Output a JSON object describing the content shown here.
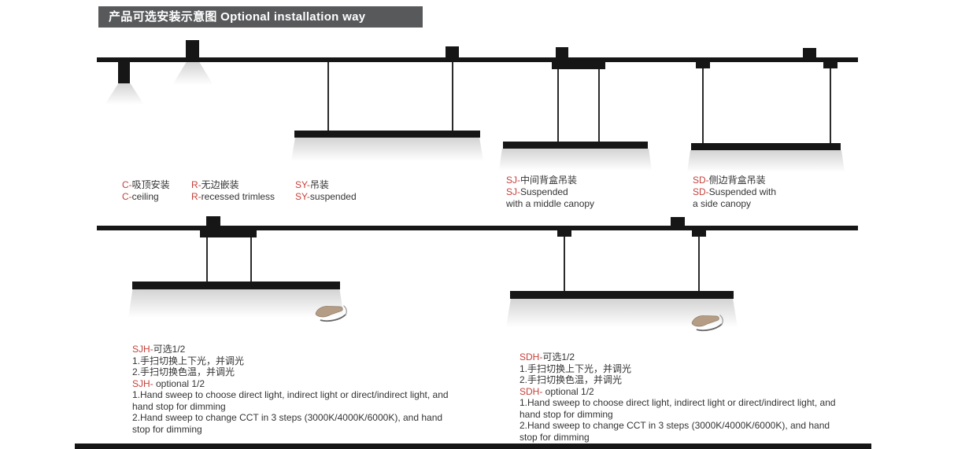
{
  "colors": {
    "accent_red": "#c5413b",
    "banner_bg": "#58595b",
    "fixture": "#161616",
    "text": "#333333"
  },
  "header": {
    "title": "产品可选安装示意图 Optional installation way"
  },
  "top_row": {
    "labels": [
      {
        "code_cn": "C-",
        "text_cn": "吸顶安装",
        "code_en": "C-",
        "text_en": "ceiling"
      },
      {
        "code_cn": "R-",
        "text_cn": "无边嵌装",
        "code_en": "R-",
        "text_en": "recessed trimless"
      },
      {
        "code_cn": "SY-",
        "text_cn": "吊装",
        "code_en": "SY-",
        "text_en": "suspended"
      },
      {
        "code_cn": "SJ-",
        "text_cn": "中间背盒吊装",
        "code_en": "SJ-",
        "text_en": "Suspended",
        "text_en2": "with a middle canopy"
      },
      {
        "code_cn": "SD-",
        "text_cn": "侧边背盒吊装",
        "code_en": "SD-",
        "text_en": "Suspended with",
        "text_en2": "a side canopy"
      }
    ]
  },
  "bottom_row": {
    "blocks": [
      {
        "code_cn": "SJH-",
        "title_cn": "可选1/2",
        "cn_line1": "1.手扫切换上下光，并调光",
        "cn_line2": "2.手扫切换色温，并调光",
        "code_en": "SJH-",
        "title_en": " optional 1/2",
        "en_item1": "1.Hand sweep to choose direct light, indirect light or direct/indirect light, and hand stop for dimming",
        "en_item2": "2.Hand sweep to change CCT in 3 steps (3000K/4000K/6000K), and hand stop for dimming"
      },
      {
        "code_cn": "SDH-",
        "title_cn": "可选1/2",
        "cn_line1": "1.手扫切换上下光，并调光",
        "cn_line2": "2.手扫切换色温，并调光",
        "code_en": "SDH-",
        "title_en": " optional 1/2",
        "en_item1": "1.Hand sweep to choose direct light, indirect light or direct/indirect light, and hand stop for dimming",
        "en_item2": "2.Hand sweep to change CCT in 3 steps (3000K/4000K/6000K), and hand stop for dimming"
      }
    ]
  }
}
